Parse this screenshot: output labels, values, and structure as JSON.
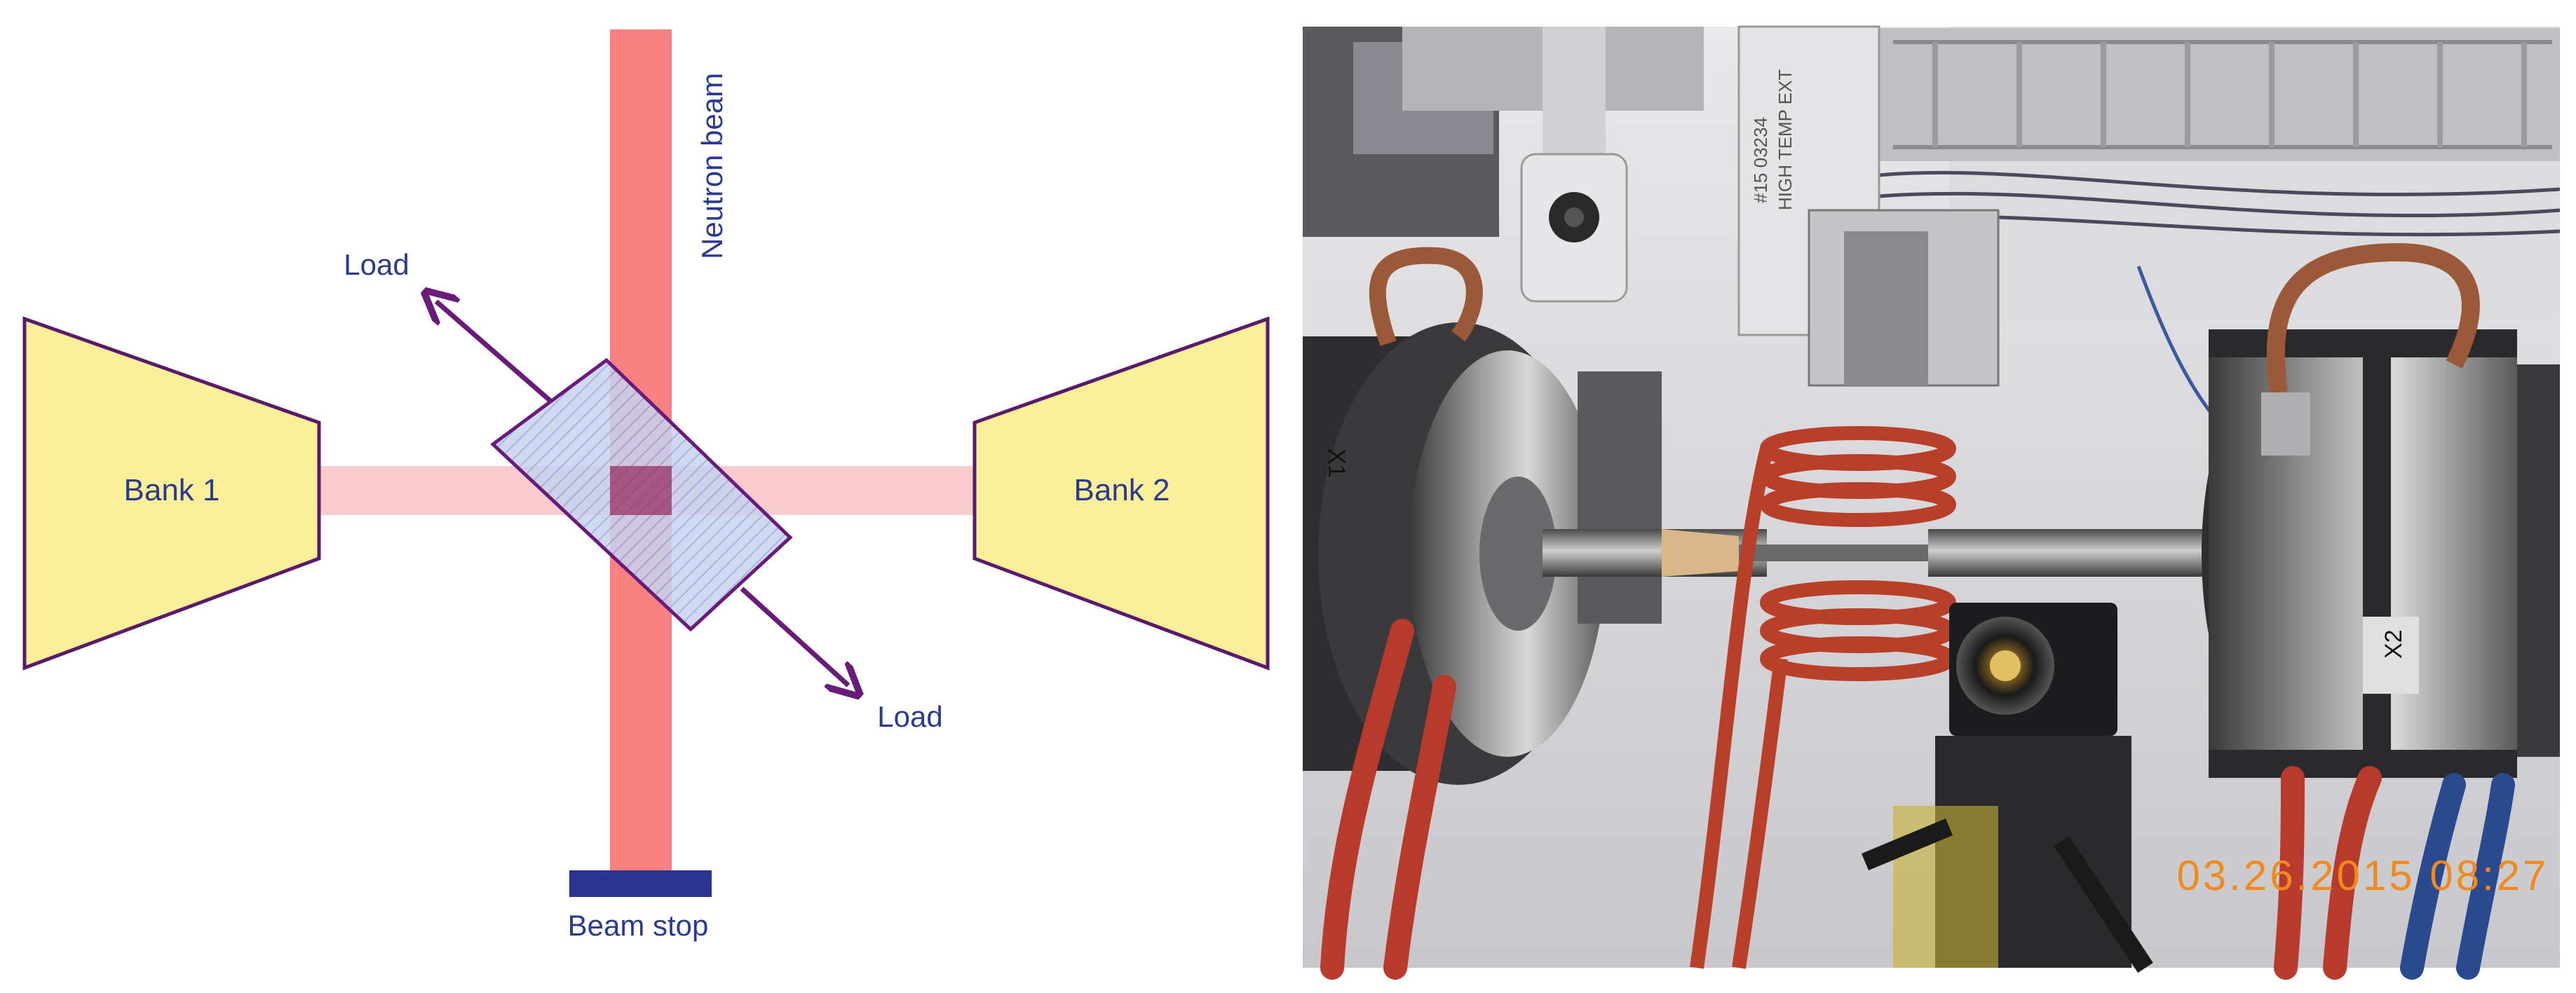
{
  "diagram": {
    "labels": {
      "bank1": "Bank 1",
      "bank2": "Bank 2",
      "neutron_beam": "Neutron beam",
      "load_upper": "Load",
      "load_lower": "Load",
      "beam_stop": "Beam stop"
    },
    "colors": {
      "bank_fill": "#fbef9a",
      "bank_stroke": "#5a1a6a",
      "neutron_beam": "#f88080",
      "diffracted_beam": "#f8cccc",
      "sample_fill": "#c8d2f0",
      "arrow": "#6a1a7a",
      "text": "#2a3b8f",
      "beam_stop": "#2a3590"
    }
  },
  "photo": {
    "timestamp": "03.26.2015 08:27",
    "grip_labels": {
      "left": "X1",
      "right": "X2"
    },
    "card_text": [
      "#15 03234",
      "HIGH TEMP EXT"
    ],
    "colors": {
      "timestamp": "#f08a1c"
    }
  }
}
